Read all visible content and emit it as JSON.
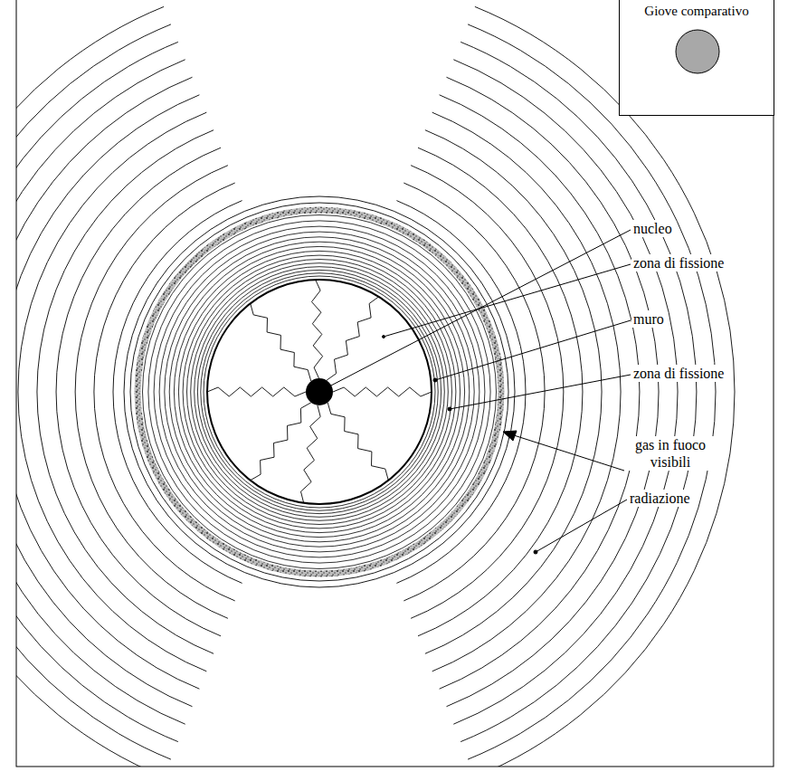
{
  "diagram": {
    "nodes": [
      {
        "text": [
          "Giove comparativo"
        ]
      }
    ],
    "labels": [
      "nucleo",
      "zona di fissione",
      "muro",
      "zona di fissione",
      "gas in fuoco visibili",
      "radiazione"
    ]
  }
}
